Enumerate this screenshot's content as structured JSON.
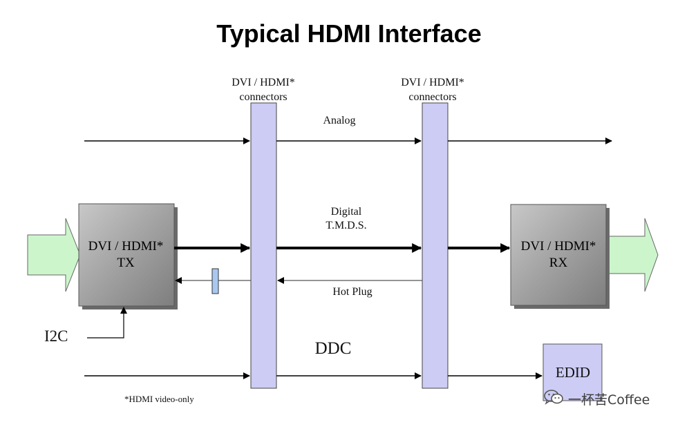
{
  "title": "Typical HDMI Interface",
  "connectors": {
    "left": {
      "line1": "DVI / HDMI*",
      "line2": "connectors"
    },
    "right": {
      "line1": "DVI / HDMI*",
      "line2": "connectors"
    }
  },
  "signals": {
    "analog": "Analog",
    "digital_line1": "Digital",
    "digital_line2": "T.M.D.S.",
    "hot_plug": "Hot Plug",
    "ddc": "DDC",
    "i2c": "I2C"
  },
  "blocks": {
    "tx": {
      "line1": "DVI / HDMI*",
      "line2": "TX"
    },
    "rx": {
      "line1": "DVI / HDMI*",
      "line2": "RX"
    },
    "edid": "EDID"
  },
  "footnote": "*HDMI video-only",
  "watermark": {
    "icon": "wechat-icon",
    "text": "一杯苦Coffee"
  },
  "colors": {
    "connector_fill": "#ccccf5",
    "block_fill": "#a6a6a6",
    "input_arrow_fill": "#ccf5cc",
    "hotplug_marker_fill": "#a8c8f0"
  }
}
